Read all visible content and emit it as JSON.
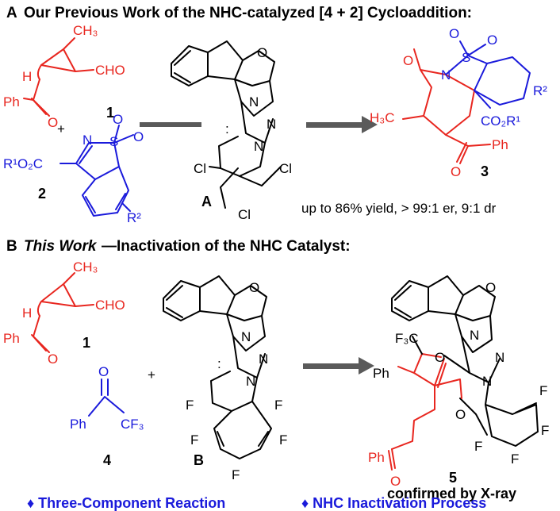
{
  "panel_a": {
    "letter": "A",
    "title": "Our Previous Work of the NHC-catalyzed [4 + 2] Cycloaddition:",
    "labels": {
      "c1": "1",
      "c2": "2",
      "cA": "A",
      "c3": "3"
    },
    "conditions": "up to 86% yield, > 99:1 er, 9:1 dr",
    "atoms": {
      "ch3": "CH₃",
      "cho": "CHO",
      "h": "H",
      "ph": "Ph",
      "o": "O",
      "plus": "+",
      "r1o2c": "R¹O₂C",
      "n": "N",
      "s": "S",
      "r2": "R²",
      "cl": "Cl",
      "colon": ":",
      "h3c": "H₃C",
      "co2r1": "CO₂R¹"
    }
  },
  "panel_b": {
    "letter": "B",
    "title_italic": "This Work",
    "title_rest": "—Inactivation of the NHC Catalyst:",
    "labels": {
      "c1": "1",
      "c4": "4",
      "cB": "B",
      "c5": "5"
    },
    "confirmed": "confirmed by X-ray",
    "atoms": {
      "f": "F",
      "cf3": "CF₃",
      "f3c": "F₃C",
      "ph": "Ph",
      "o": "O",
      "n": "N"
    }
  },
  "footer": {
    "item1": "♦ Three-Component Reaction",
    "item2": "♦ NHC Inactivation Process"
  },
  "colors": {
    "red": "#e8261f",
    "blue": "#1a1adb",
    "black": "#000000",
    "arrow": "#5a5a5a"
  }
}
